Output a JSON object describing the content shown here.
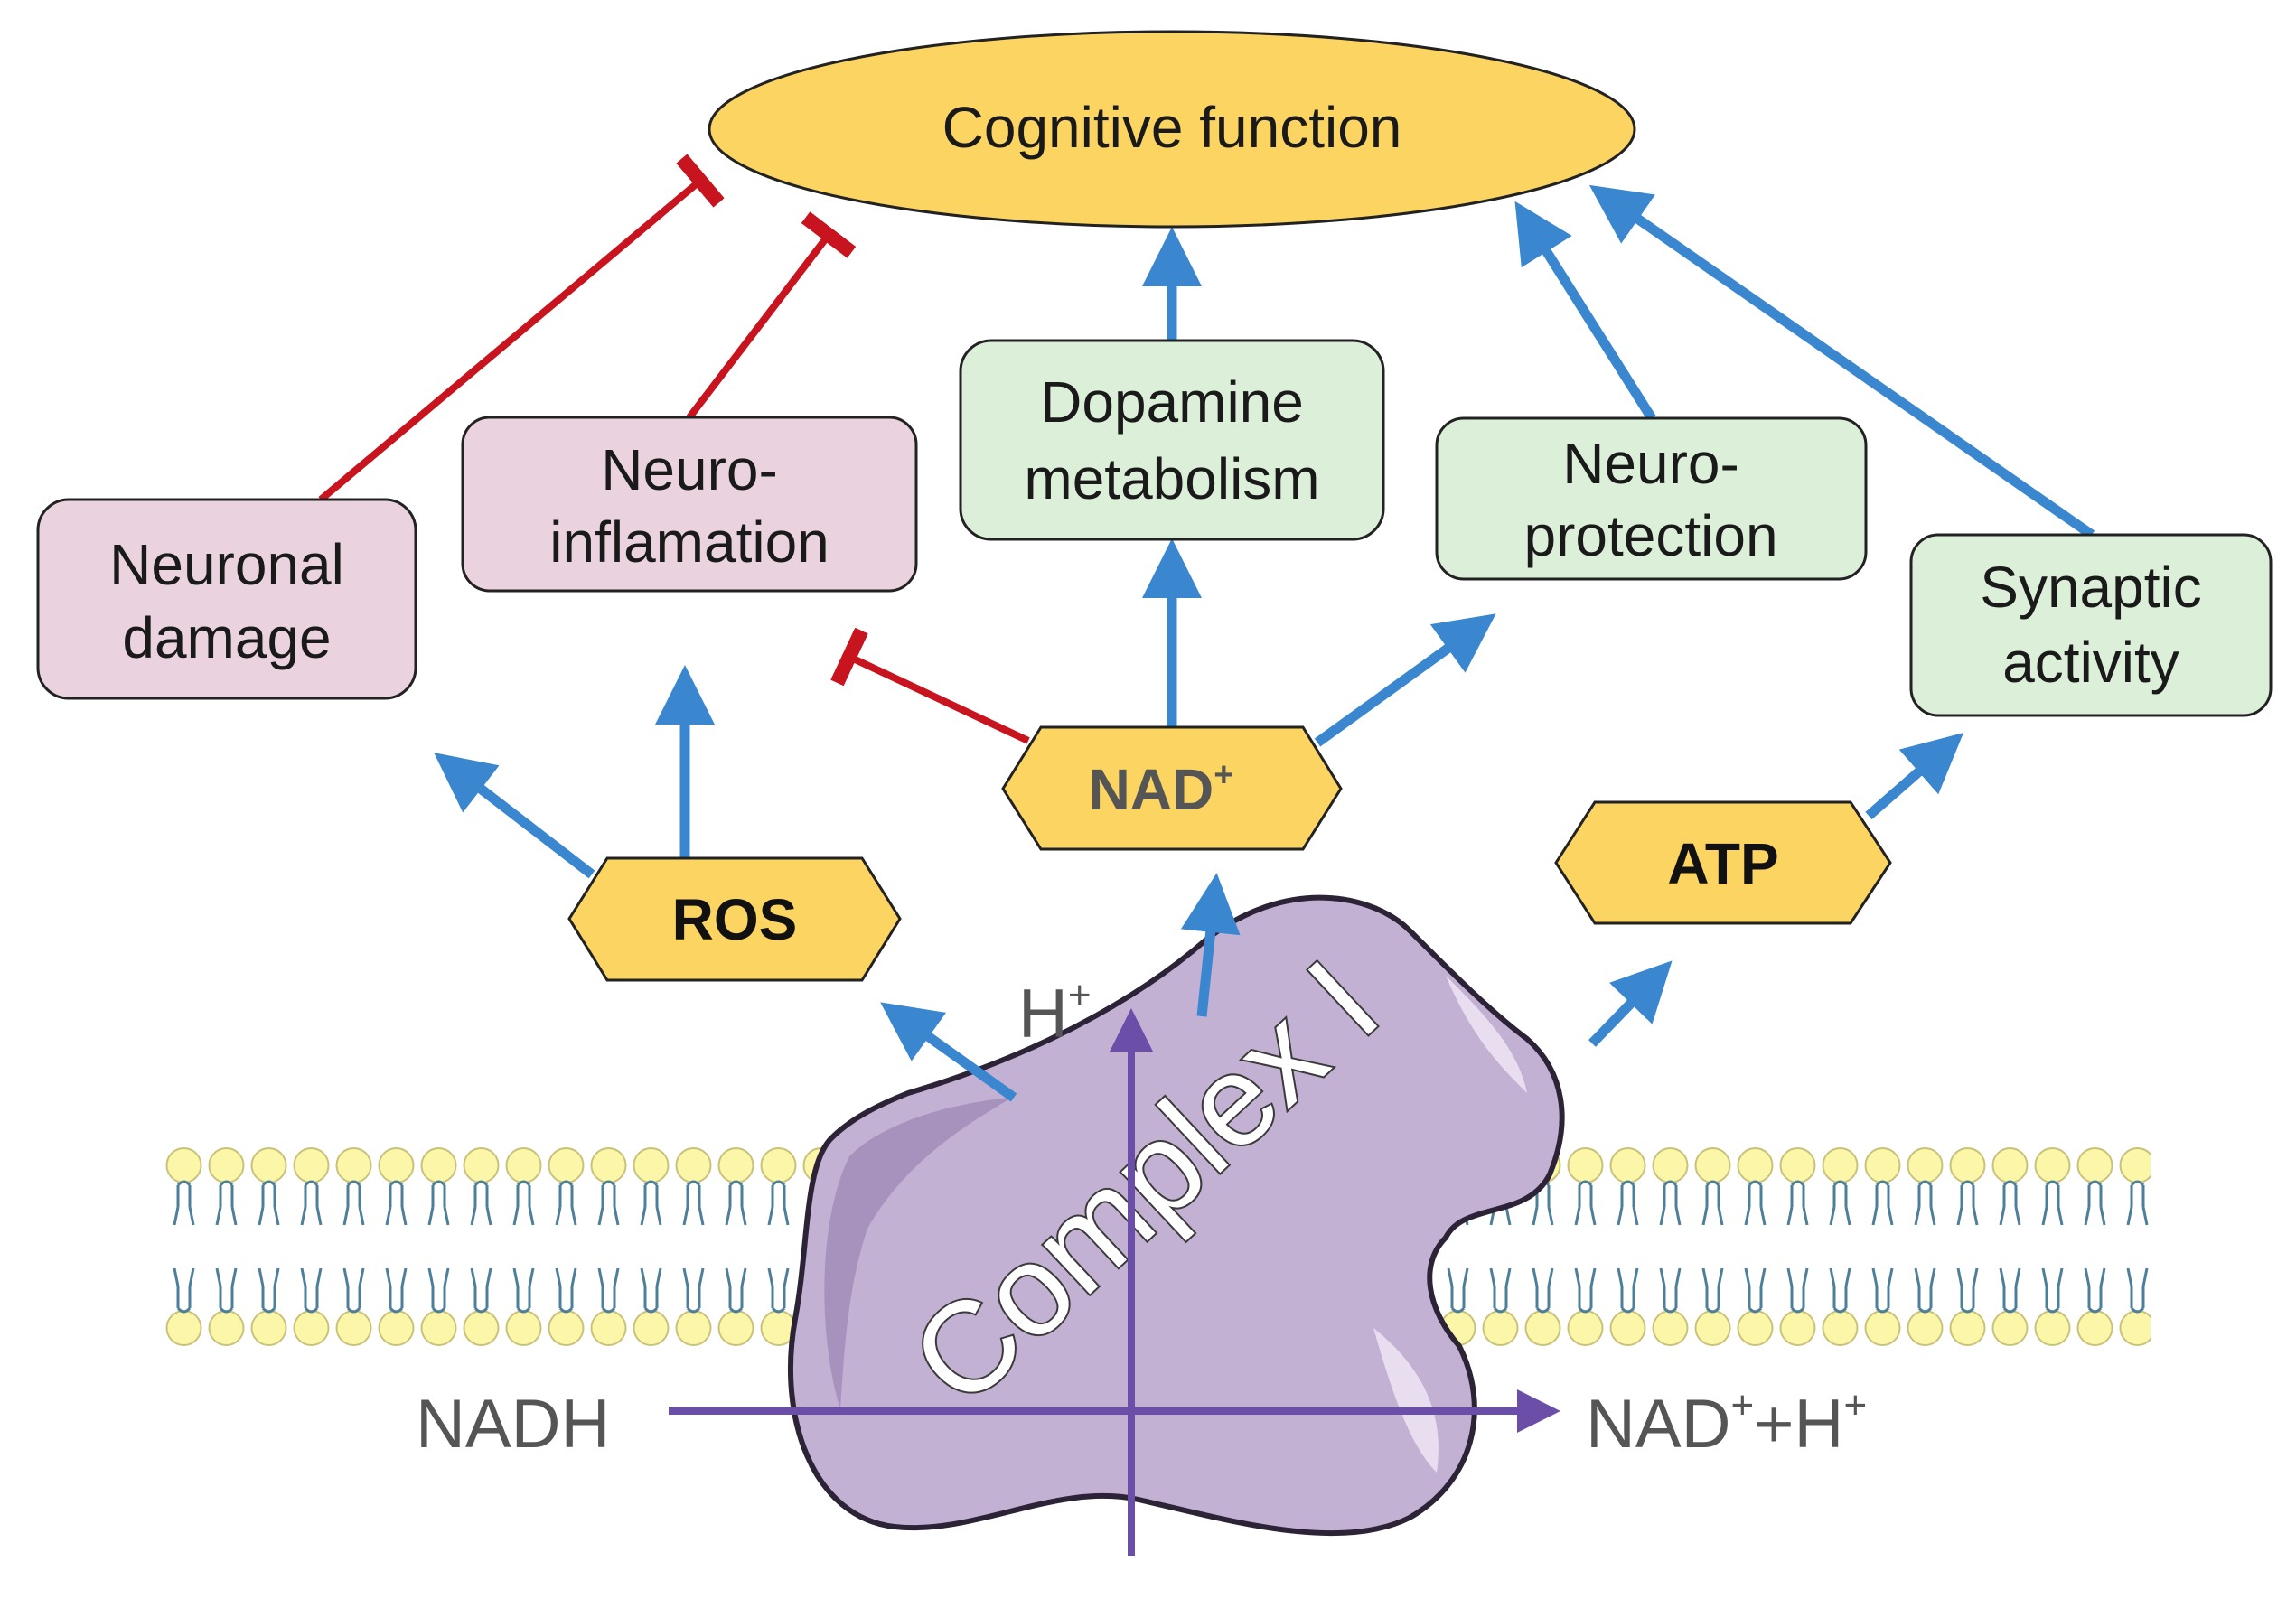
{
  "goal": "Cognitive function",
  "boxes": {
    "neuronal_damage": [
      "Neuronal",
      "damage"
    ],
    "neuroinflammation": [
      "Neuro-",
      "inflamation"
    ],
    "dopamine": [
      "Dopamine",
      "metabolism"
    ],
    "neuroprotection": [
      "Neuro-",
      "protection"
    ],
    "synaptic": [
      "Synaptic",
      "activity"
    ]
  },
  "molecules": {
    "ros": "ROS",
    "nad_base": "NAD",
    "nad_sup": "+",
    "atp": "ATP"
  },
  "complex": {
    "name": "Complex I",
    "h_base": "H",
    "h_sup": "+",
    "substrate": "NADH",
    "product_parts": [
      "NAD",
      "+",
      "+H",
      "+"
    ]
  },
  "colors": {
    "activation": "#3a87d0",
    "inhibition": "#c8141e",
    "negative_box": "#ead3df",
    "positive_box": "#dcefd9",
    "molecule": "#fbd462",
    "goal": "#fbd462",
    "complex": "#c3b1d4",
    "reaction": "#6a4ea8"
  }
}
